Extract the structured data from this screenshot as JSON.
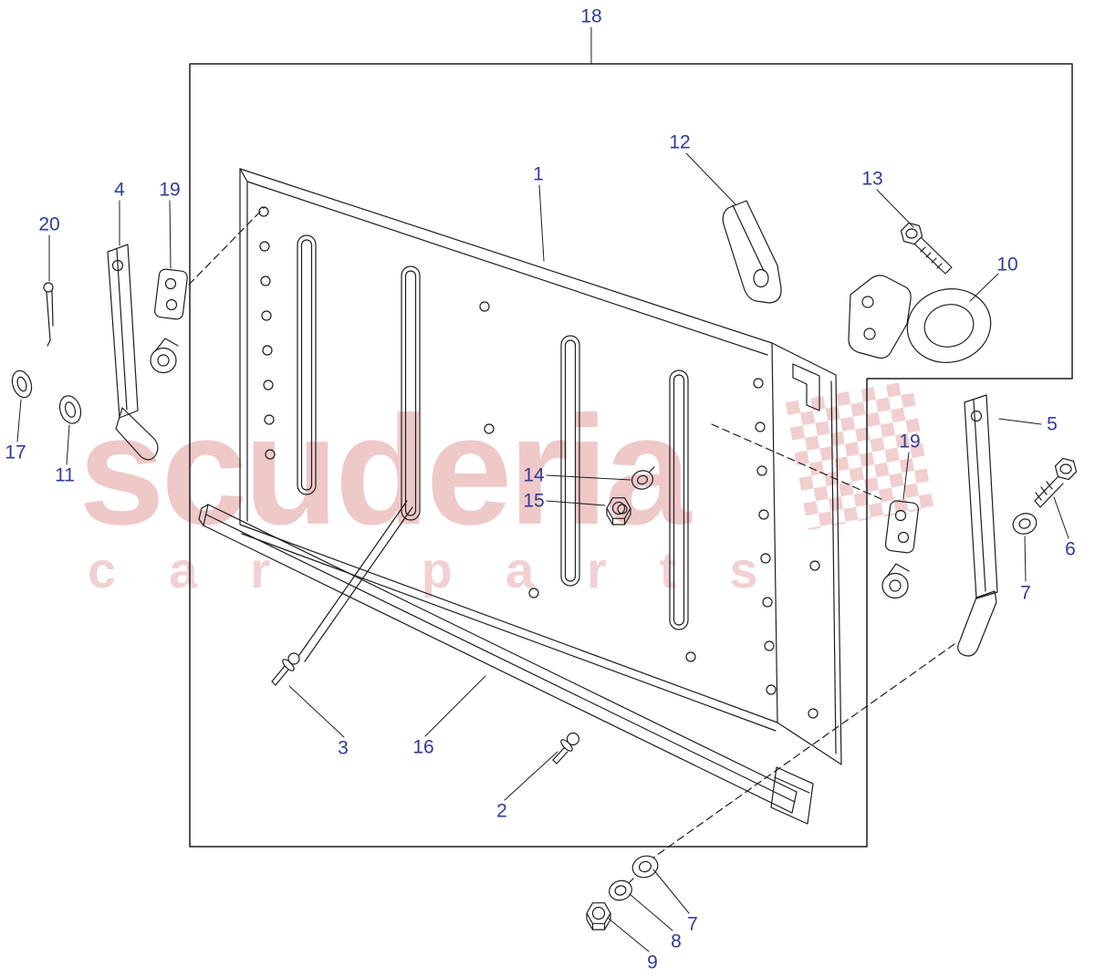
{
  "watermark": {
    "brand": "scuderia",
    "tagline": "car parts"
  },
  "callouts": {
    "n1": "1",
    "n2": "2",
    "n3": "3",
    "n4": "4",
    "n5": "5",
    "n6": "6",
    "n7": "7",
    "n8": "8",
    "n9": "9",
    "n10": "10",
    "n11": "11",
    "n12": "12",
    "n13": "13",
    "n14": "14",
    "n15": "15",
    "n16": "16",
    "n17": "17",
    "n18": "18",
    "n19": "19",
    "n20": "20"
  },
  "colors": {
    "line": "#1d1d1d",
    "label": "#2e3b9b",
    "watermark_pink": "#cf5f5f",
    "background": "#ffffff"
  }
}
